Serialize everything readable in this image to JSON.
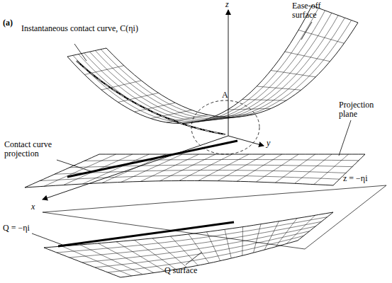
{
  "diagram": {
    "labels": [
      "(a)",
      "Ease-off surface",
      "z",
      "Instantaneous contact curve, C(ηi)",
      "Projection plane",
      "A",
      "Contact curve projection",
      "y",
      "x",
      "z = −ηi",
      "Q = −ηi",
      "Q surface"
    ]
  }
}
